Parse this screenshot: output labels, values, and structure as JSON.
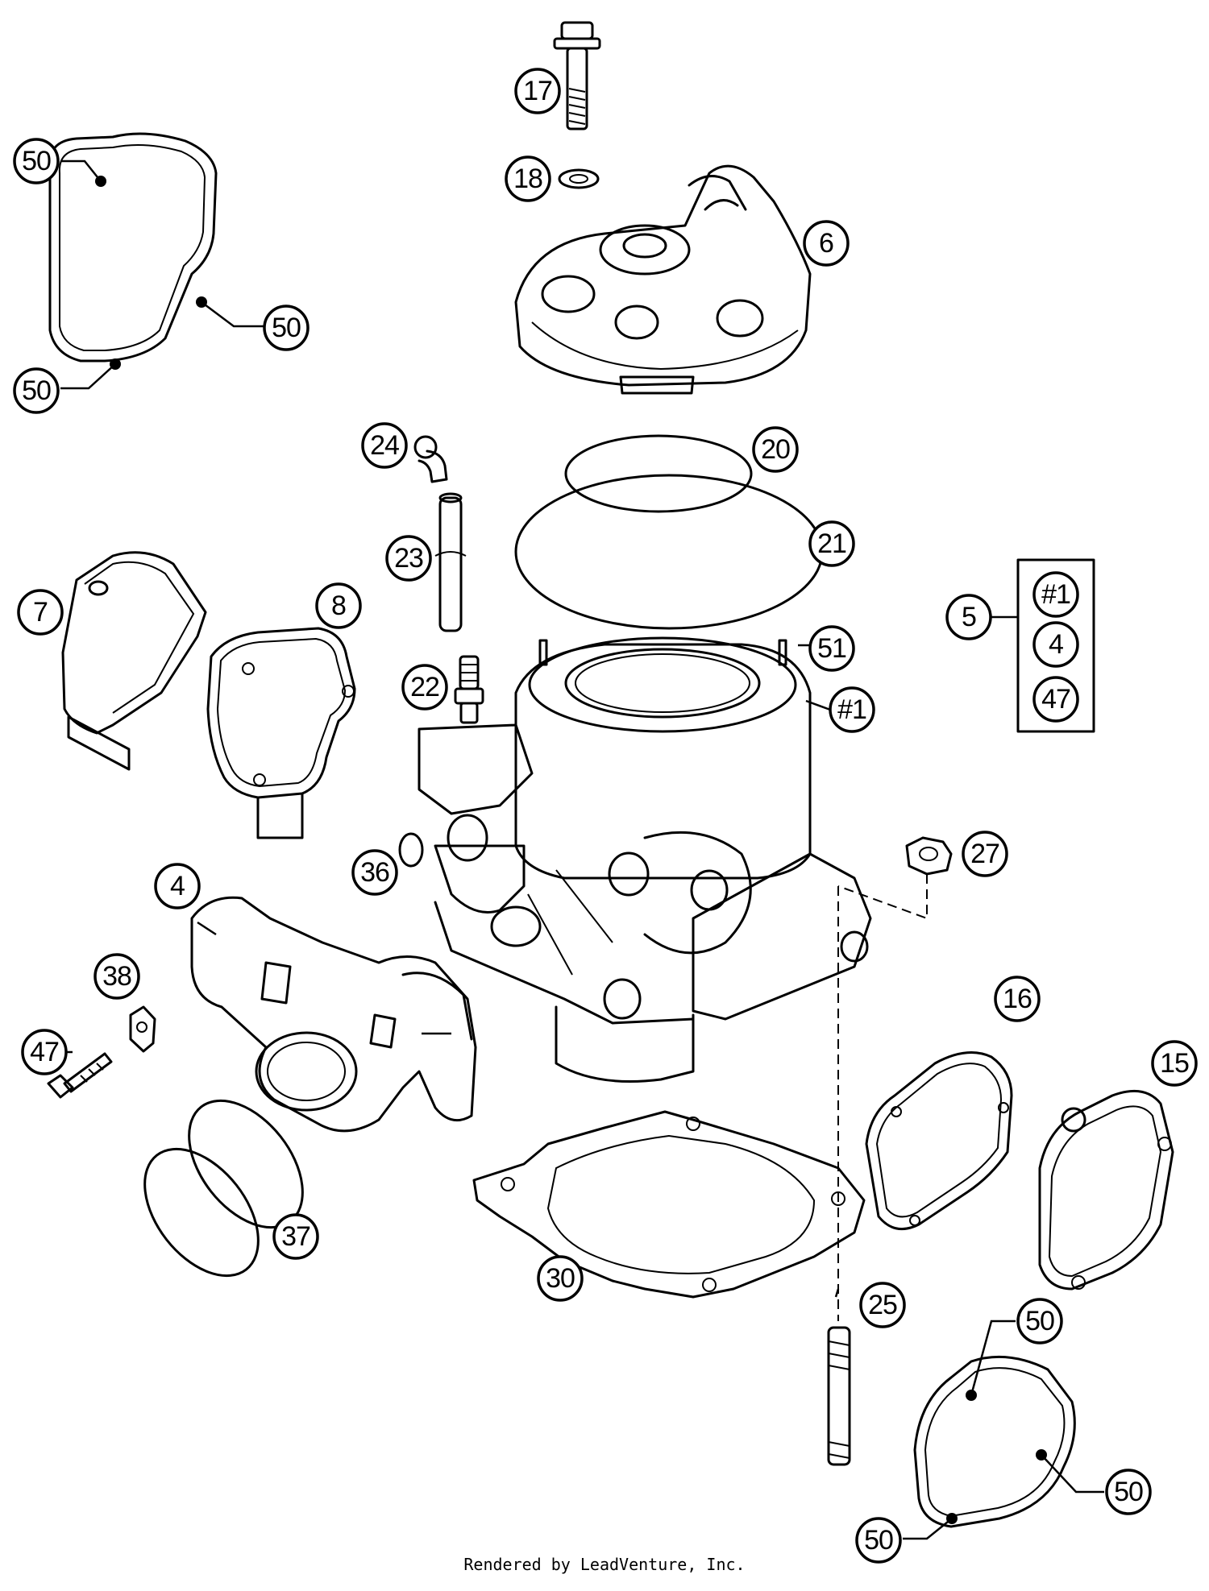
{
  "callouts": {
    "c50a": "50",
    "c50b": "50",
    "c50c": "50",
    "c17": "17",
    "c18": "18",
    "c6": "6",
    "c24": "24",
    "c20": "20",
    "c21": "21",
    "c23": "23",
    "c7": "7",
    "c8": "8",
    "c22": "22",
    "c51": "51",
    "c5": "5",
    "k1": "#1",
    "k4": "4",
    "k47": "47",
    "c1": "#1",
    "c27": "27",
    "c36": "36",
    "c4": "4",
    "c38": "38",
    "c47": "47",
    "c16": "16",
    "c15": "15",
    "c37": "37",
    "c30": "30",
    "c25": "25",
    "c50d": "50",
    "c50e": "50",
    "c50f": "50"
  },
  "footer": "Rendered by LeadVenture, Inc."
}
